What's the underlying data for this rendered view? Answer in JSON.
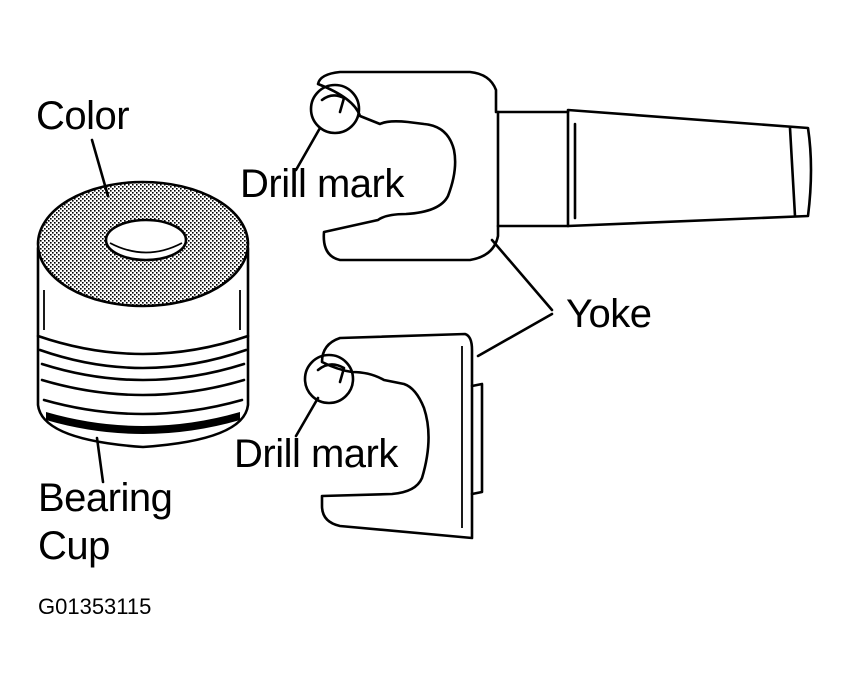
{
  "labels": {
    "color": "Color",
    "drill_mark_top": "Drill mark",
    "drill_mark_bottom": "Drill mark",
    "yoke": "Yoke",
    "bearing_cup_line1": "Bearing",
    "bearing_cup_line2": "Cup",
    "figure_code": "G01353115"
  }
}
